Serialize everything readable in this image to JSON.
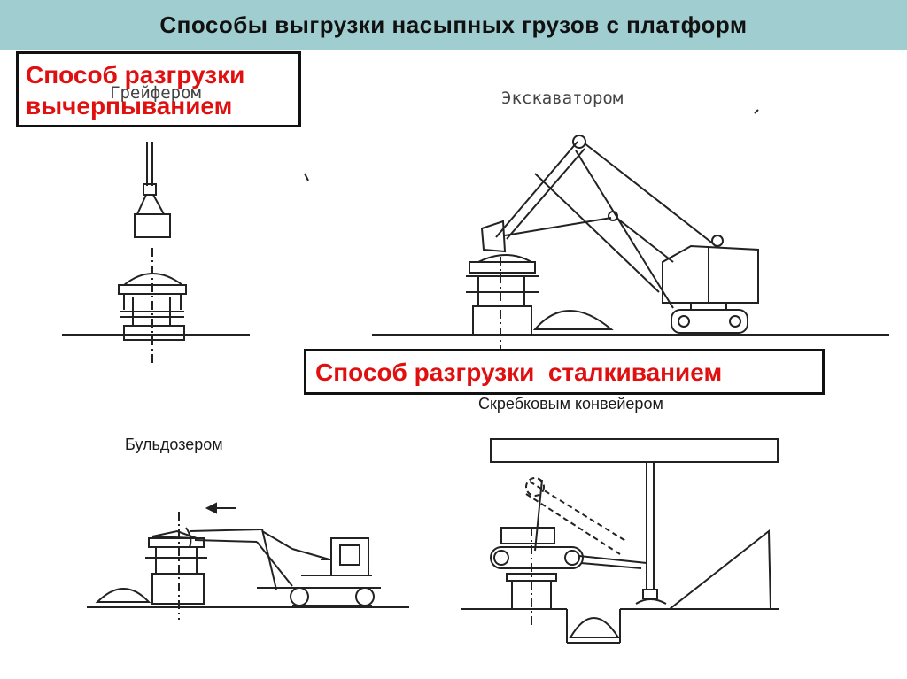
{
  "title": "Способы  выгрузки  насыпных грузов  с  платформ",
  "box_pick": {
    "line1": "Способ разгрузки",
    "line2": "вычерпыванием"
  },
  "box_push": {
    "text": "Способ разгрузки  сталкиванием"
  },
  "labels": {
    "grab": "Грейфером",
    "excavator": "Экскаватором",
    "bulldozer": "Бульдозером",
    "scraper": "Скребковым конвейером"
  },
  "colors": {
    "title_bg": "#9fcdd0",
    "accent_red": "#e01010",
    "line": "#222222"
  }
}
